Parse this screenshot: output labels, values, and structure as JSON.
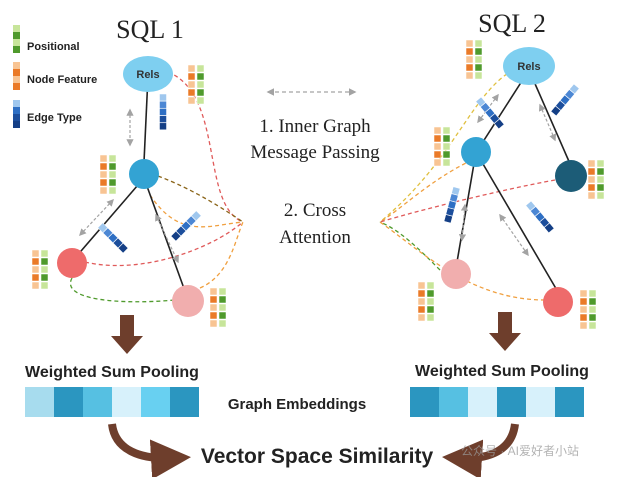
{
  "sql1": {
    "title": "SQL 1"
  },
  "sql2": {
    "title": "SQL 2"
  },
  "legend": {
    "positional": "Positional",
    "node_feature": "Node Feature",
    "edge_type": "Edge Type"
  },
  "root_label": "Rels",
  "steps": {
    "step1_line1": "1. Inner Graph",
    "step1_line2": "Message Passing",
    "step2_line1": "2. Cross",
    "step2_line2": "Attention"
  },
  "pooling_label": "Weighted Sum Pooling",
  "embeddings_label": "Graph Embeddings",
  "similarity_label": "Vector Space Similarity",
  "watermark": "公众号 · AI爱好者小站",
  "colors": {
    "positional_light": "#c7e59a",
    "positional_dark": "#4f9a2c",
    "feature_light": "#f8c493",
    "feature_dark": "#ea7a28",
    "edge_light": "#9fc7ee",
    "edge_dark": "#143f86",
    "rels_node": "#7ecff0",
    "mid_node": "#33a3d3",
    "dark_node": "#1c5c77",
    "red_node": "#ee6b6b",
    "pink_node": "#f1aeae",
    "arrow_brown": "#6e3e2c"
  },
  "embedding_bars": {
    "sql1": [
      "#a7dcee",
      "#2b96c0",
      "#56c0e2",
      "#d7f1fb",
      "#68d0f1",
      "#2b96c0"
    ],
    "sql2": [
      "#2b96c0",
      "#56c0e2",
      "#d7f1fb",
      "#2b96c0",
      "#d7f1fb",
      "#2b96c0"
    ]
  }
}
